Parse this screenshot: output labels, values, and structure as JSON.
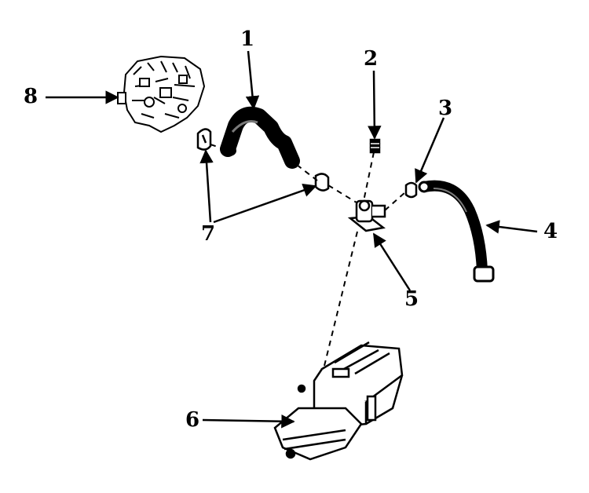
{
  "diagram": {
    "colors": {
      "ink": "#000000",
      "paper": "#ffffff",
      "shade": "#7a7a7a"
    },
    "callouts": [
      {
        "id": "c1",
        "text": "1"
      },
      {
        "id": "c2",
        "text": "2"
      },
      {
        "id": "c3",
        "text": "3"
      },
      {
        "id": "c4",
        "text": "4"
      },
      {
        "id": "c5",
        "text": "5"
      },
      {
        "id": "c6",
        "text": "6"
      },
      {
        "id": "c7",
        "text": "7"
      },
      {
        "id": "c8",
        "text": "8"
      }
    ]
  }
}
